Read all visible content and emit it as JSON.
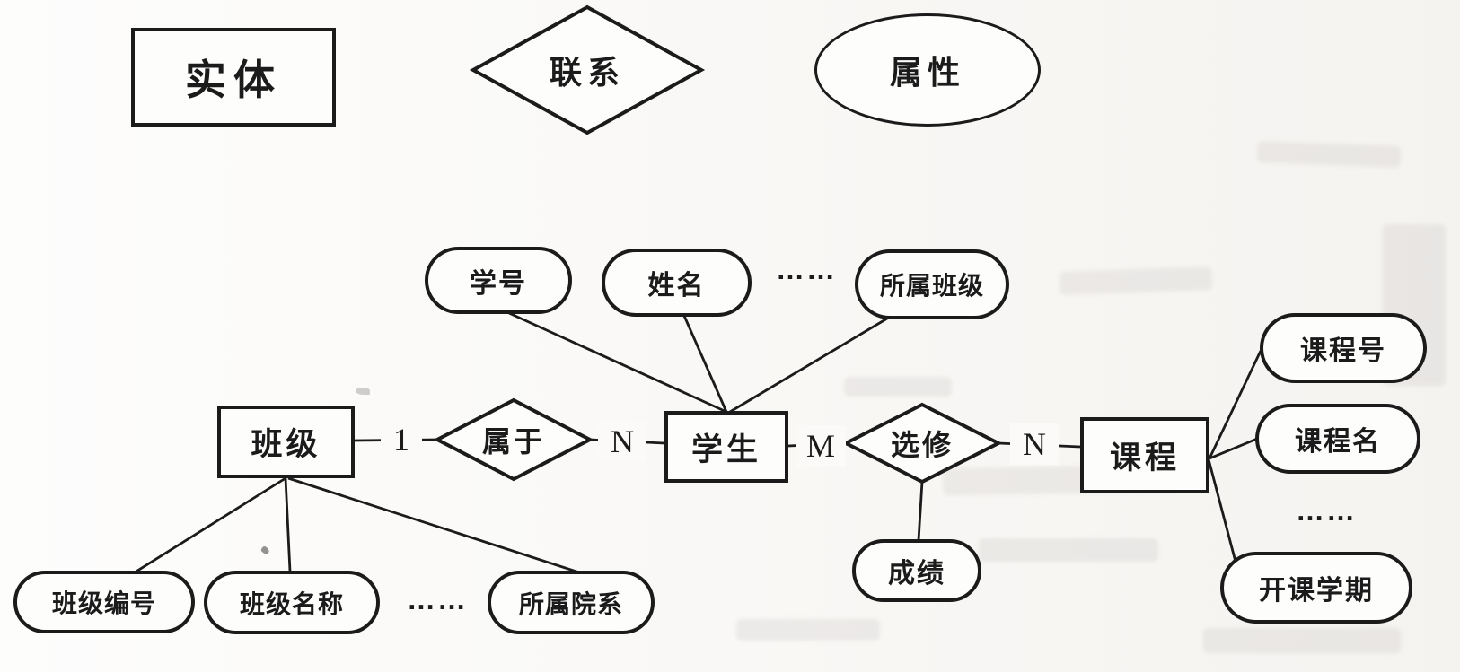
{
  "diagram": {
    "title_implicit": "ER diagram (scanned textbook figure)",
    "legend": {
      "entity": "实体",
      "relationship": "联系",
      "attribute": "属性"
    },
    "entities": {
      "class": "班级",
      "student": "学生",
      "course": "课程"
    },
    "relationships": {
      "belongs": "属于",
      "elective": "选修"
    },
    "cardinalities": {
      "c1": "1",
      "n1": "N",
      "m": "M",
      "n2": "N"
    },
    "attributes": {
      "student": [
        "学号",
        "姓名",
        "……",
        "所属班级"
      ],
      "class": [
        "班级编号",
        "班级名称",
        "……",
        "所属院系"
      ],
      "course": [
        "课程号",
        "课程名",
        "……",
        "开课学期"
      ],
      "elective": [
        "成绩"
      ]
    },
    "colors": {
      "ink": "#1b1b1b",
      "paper": "#fbfaf8"
    }
  }
}
